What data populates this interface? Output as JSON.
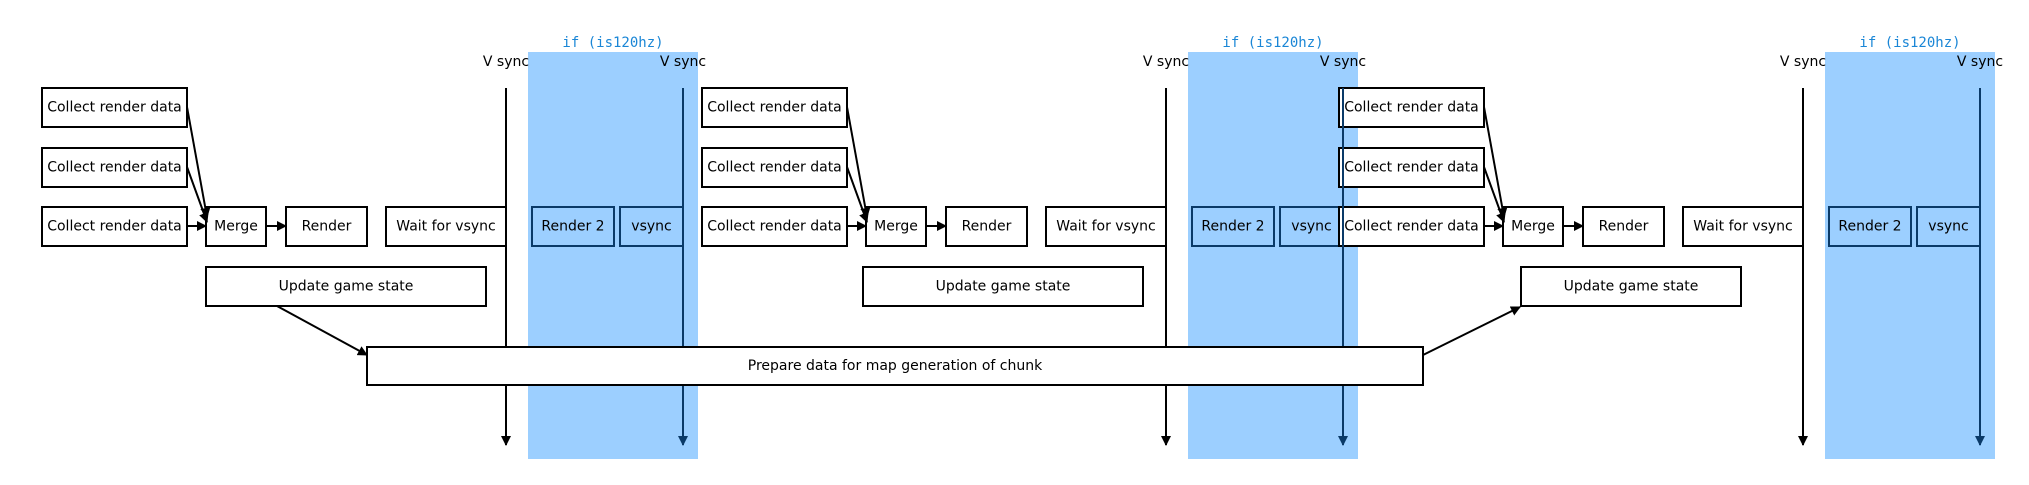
{
  "colors": {
    "highlight": "#9ccfff",
    "highlight_stroke": "#0a3a68",
    "condition_text": "#1a86d6",
    "stroke": "#000000",
    "box_fill": "#ffffff"
  },
  "labels": {
    "collect": "Collect render data",
    "merge": "Merge",
    "render": "Render",
    "wait": "Wait for vsync",
    "render2": "Render 2",
    "vsync_box": "vsync",
    "update": "Update game state",
    "vsync_line": "V sync",
    "condition": "if (is120hz)",
    "prepare": "Prepare data for map generation of chunk"
  },
  "frames": [
    {
      "id": "frame-1"
    },
    {
      "id": "frame-2"
    },
    {
      "id": "frame-3"
    }
  ]
}
